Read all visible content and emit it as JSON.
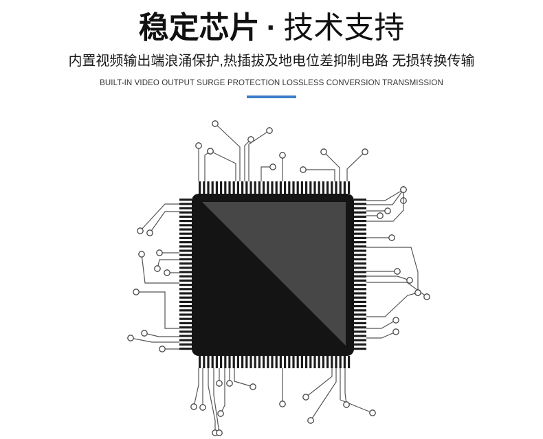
{
  "header": {
    "title_strong": "稳定芯片",
    "title_separator": "·",
    "title_light": "技术支持",
    "subtitle_cn": "内置视频输出端浪涌保护,热插拔及地电位差抑制电路 无损转换传输",
    "subtitle_en": "BUILT-IN VIDEO OUTPUT SURGE PROTECTION LOSSLESS CONVERSION TRANSMISSION"
  },
  "accent_color": "#3d7cc9",
  "illustration": {
    "icon": "microchip-icon",
    "chip_color_dark": "#141414",
    "chip_color_gray": "#474747",
    "pin_color": "#1c1c1c",
    "trace_color": "#555555"
  }
}
